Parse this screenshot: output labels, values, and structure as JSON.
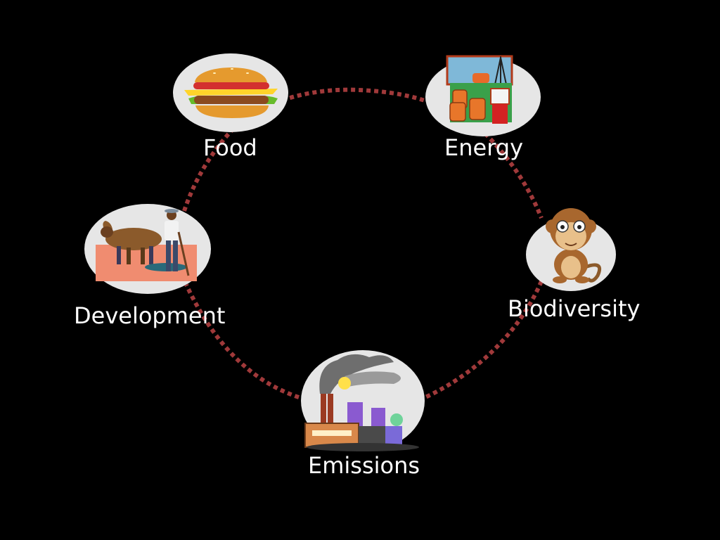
{
  "nodes": [
    {
      "id": "food",
      "label": "Food",
      "icon": "burger-icon"
    },
    {
      "id": "energy",
      "label": "Energy",
      "icon": "oil-refinery-icon"
    },
    {
      "id": "biodiversity",
      "label": "Biodiversity",
      "icon": "monkey-icon"
    },
    {
      "id": "emissions",
      "label": "Emissions",
      "icon": "factory-icon"
    },
    {
      "id": "development",
      "label": "Development",
      "icon": "farmer-ox-icon"
    }
  ],
  "colors": {
    "background": "#000000",
    "ring": "#a0393a",
    "bubble": "#e6e6e6",
    "label": "#ffffff"
  }
}
